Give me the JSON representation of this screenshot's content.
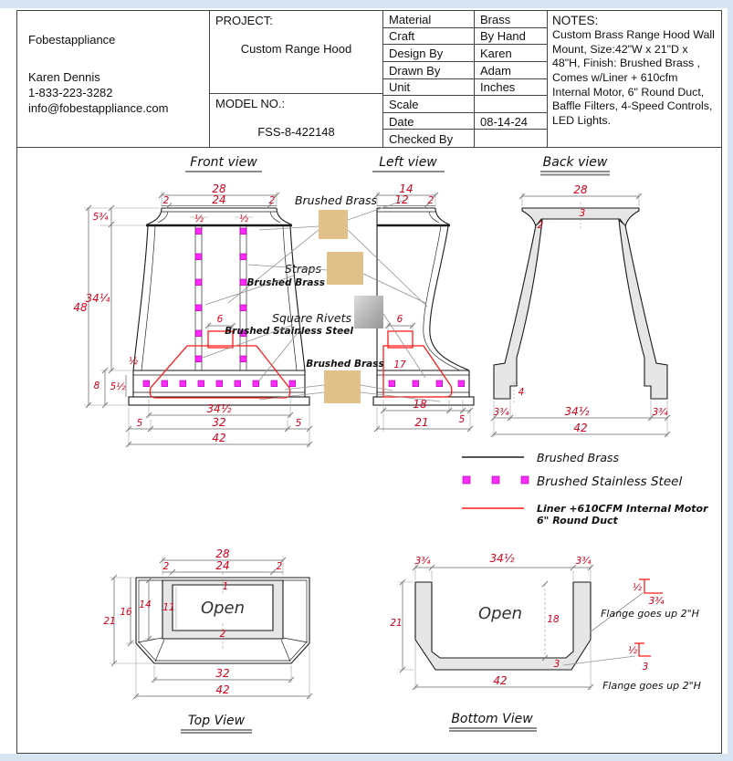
{
  "title_block": {
    "company": "Fobestappliance",
    "contact_name": "Karen Dennis",
    "phone": "1-833-223-3282",
    "email": "info@fobestappliance.com",
    "project_label": "PROJECT:",
    "project_name": "Custom Range Hood",
    "model_label": "MODEL NO.:",
    "model_number": "FSS-8-422148",
    "rows": [
      {
        "label": "Material",
        "value": "Brass"
      },
      {
        "label": "Craft",
        "value": "By Hand"
      },
      {
        "label": "Design By",
        "value": "Karen"
      },
      {
        "label": "Drawn By",
        "value": "Adam"
      },
      {
        "label": "Unit",
        "value": "Inches"
      },
      {
        "label": "Scale",
        "value": ""
      },
      {
        "label": "Date",
        "value": "08-14-24"
      },
      {
        "label": "Checked By",
        "value": ""
      }
    ],
    "notes_label": "NOTES:",
    "notes": "Custom Brass Range Hood Wall Mount, Size:42\"W x 21\"D x 48\"H, Finish: Brushed Brass , Comes w/Liner + 610cfm Internal Motor, 6\" Round Duct, Baffle Filters, 4-Speed Controls, LED Lights."
  },
  "views": {
    "front": {
      "title": "Front view",
      "dims": {
        "overall_width": "28",
        "edge_left": "2",
        "inner_width": "24",
        "edge_right": "2",
        "crown_height": "5¾",
        "strap_width_1": "½",
        "strap_width_2": "½",
        "body_height": "34¼",
        "total_height": "48",
        "duct_width": "6",
        "band_lip": "½",
        "band_height": "8",
        "band_inner": "5½",
        "liner_width": "34½",
        "foot_left": "5",
        "bottom_inner": "32",
        "foot_right": "5",
        "overall_bottom": "42"
      }
    },
    "left": {
      "title": "Left view",
      "dims": {
        "overall_depth": "14",
        "inner_depth": "12",
        "edge": "2",
        "duct_width": "6",
        "liner_height": "17",
        "liner_bottom": "18",
        "edge_bottom": "5",
        "overall_bottom": "21"
      }
    },
    "back": {
      "title": "Back view",
      "dims": {
        "top_width": "28",
        "top_thickness": "3",
        "tip": "2",
        "notch": "4",
        "foot_left": "3¾",
        "bottom_inner": "34½",
        "foot_right": "3¾",
        "overall_bottom": "42"
      }
    },
    "top": {
      "title": "Top View",
      "open_label": "Open",
      "dims": {
        "top_width": "28",
        "edge_left": "2",
        "inner_width": "24",
        "edge_right": "2",
        "back_wall": "1",
        "inner_depth": "11",
        "front_wall": "2",
        "overall_depth": "21",
        "chamfer_depth": "16",
        "frame_depth": "14",
        "bottom_inner": "32",
        "overall_width": "42"
      }
    },
    "bottom": {
      "title": "Bottom View",
      "open_label": "Open",
      "dims": {
        "flange_left": "3¾",
        "inner_width": "34½",
        "flange_right": "3¾",
        "overall_depth": "21",
        "inner_depth": "18",
        "band_thickness": "3",
        "overall_width": "42"
      },
      "flange_note_1": {
        "height": "½",
        "width": "3¾",
        "note": "Flange goes up 2\"H"
      },
      "flange_note_2": {
        "height": "½",
        "width": "3",
        "note": "Flange goes up 2\"H"
      }
    }
  },
  "annotations": {
    "brushed_brass_top": "Brushed Brass",
    "straps_title": "Straps",
    "straps_material": "Brushed Brass",
    "rivets_title": "Square Rivets",
    "rivets_material": "Brushed Stainless Steel",
    "band_material": "Brushed Brass"
  },
  "legend": {
    "brass_label": "Brushed Brass",
    "steel_label": "Brushed Stainless Steel",
    "liner_label_1": "Liner +610CFM Internal Motor",
    "liner_label_2": "6\" Round Duct"
  },
  "colors": {
    "dimension_red": "#d6001c",
    "rivet_magenta": "#ff2bff",
    "liner_red": "#ff1a1a",
    "brass_swatch": "#e0c189",
    "fill_gray": "#e6e6e6"
  }
}
